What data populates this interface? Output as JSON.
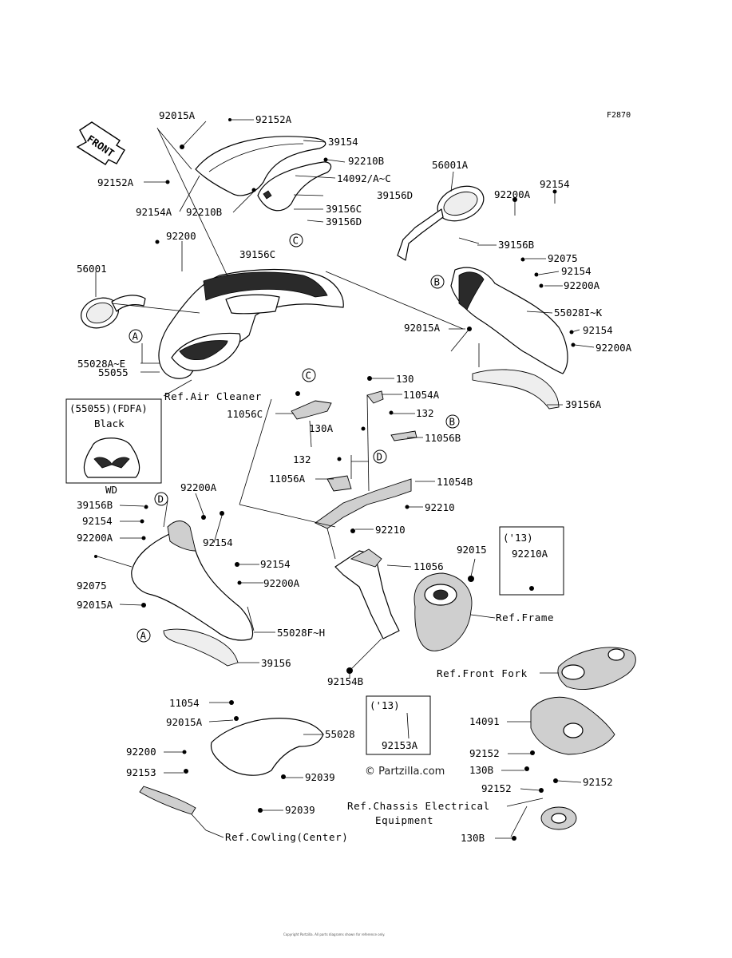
{
  "diagram_code": "F2870",
  "front_label": "FRONT",
  "watermark": "© Partzilla.com",
  "references": {
    "air_cleaner": "Ref.Air Cleaner",
    "frame": "Ref.Frame",
    "front_fork": "Ref.Front Fork",
    "chassis_line1": "Ref.Chassis Electrical",
    "chassis_line2": "Equipment",
    "cowling_center": "Ref.Cowling(Center)"
  },
  "inset_wd": {
    "header": "(55055)(FDFA)",
    "color": "Black",
    "footer": "WD"
  },
  "inset_13a": {
    "year": "('13)",
    "part": "92210A"
  },
  "inset_13b": {
    "year": "('13)",
    "part": "92153A"
  },
  "callouts": {
    "A": "A",
    "B": "B",
    "C": "C",
    "D": "D"
  },
  "labels": {
    "p92015A_top": "92015A",
    "p92152A_top": "92152A",
    "p39154": "39154",
    "p92210B_r": "92210B",
    "p14092": "14092/A~C",
    "p92152A_l": "92152A",
    "p39156D_1": "39156D",
    "p92154A": "92154A",
    "p92210B_l": "92210B",
    "p39156C_1": "39156C",
    "p39156D_2": "39156D",
    "p56001A": "56001A",
    "p92154_t": "92154",
    "p92200A_t": "92200A",
    "p39156C_2": "39156C",
    "p92200": "92200",
    "p39156B_r": "39156B",
    "p92075_r": "92075",
    "p92154_r1": "92154",
    "p92200A_r1": "92200A",
    "p56001": "56001",
    "p55028IK": "55028I~K",
    "p92015A_m": "92015A",
    "p92154_r2": "92154",
    "p92200A_r2": "92200A",
    "p55028AE": "55028A~E",
    "p55055": "55055",
    "p130": "130",
    "p11054A": "11054A",
    "p11056C": "11056C",
    "p132_a": "132",
    "p130A": "130A",
    "p11056B": "11056B",
    "p39156A": "39156A",
    "p132_b": "132",
    "p11056A": "11056A",
    "p11054B": "11054B",
    "p92200A_l1": "92200A",
    "p39156B_l": "39156B",
    "p92210_a": "92210",
    "p92154_l1": "92154",
    "p92200A_l2": "92200A",
    "p92154_l2": "92154",
    "p92210_b": "92210",
    "p92015": "92015",
    "p92075_l": "92075",
    "p92154_c": "92154",
    "p92200A_c": "92200A",
    "p11056": "11056",
    "p92015A_l": "92015A",
    "p55028FH": "55028F~H",
    "p39156": "39156",
    "p92154B": "92154B",
    "p11054": "11054",
    "p92015A_b": "92015A",
    "p55028": "55028",
    "p14091": "14091",
    "p92200_b": "92200",
    "p92153": "92153",
    "p92039_a": "92039",
    "p92152_a": "92152",
    "p130B_a": "130B",
    "p92152_b": "92152",
    "p92152_c": "92152",
    "p92039_b": "92039",
    "p130B_b": "130B"
  },
  "footer_text": "Copyright Partzilla. All parts diagrams shown for reference only."
}
